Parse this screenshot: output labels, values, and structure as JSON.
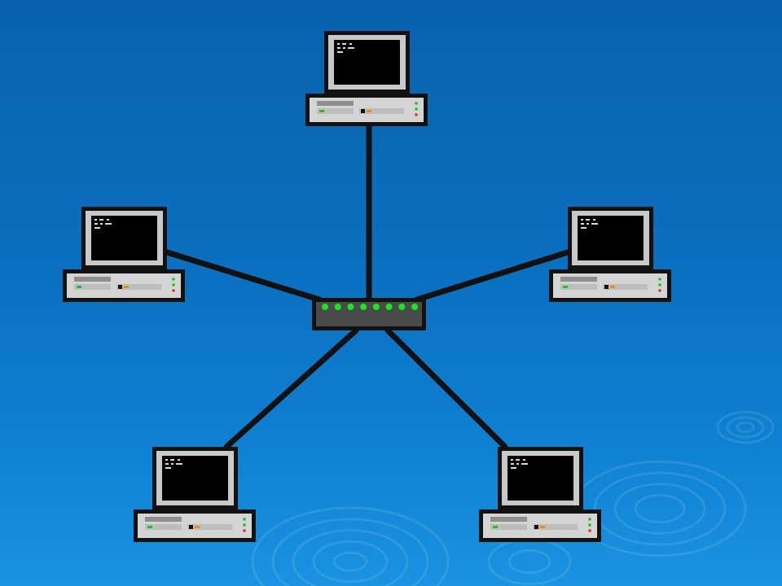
{
  "diagram": {
    "topology": "star",
    "hub": {
      "label": "",
      "port_led_count": 8,
      "led_color": "#19e61e"
    },
    "computers": [
      {
        "id": "top",
        "label": ""
      },
      {
        "id": "left",
        "label": ""
      },
      {
        "id": "right",
        "label": ""
      },
      {
        "id": "bottom-left",
        "label": ""
      },
      {
        "id": "bottom-right",
        "label": ""
      }
    ],
    "colors": {
      "background_top": "#0862ad",
      "background_bottom": "#1a93e0",
      "cable": "#111111",
      "screen": "#000000",
      "monitor_frame": "#c9c9c9",
      "case": "#d4d4d4",
      "hub_body": "#4a4a4a",
      "power_led": "#22c022",
      "activity_led": "#f08a00"
    }
  }
}
